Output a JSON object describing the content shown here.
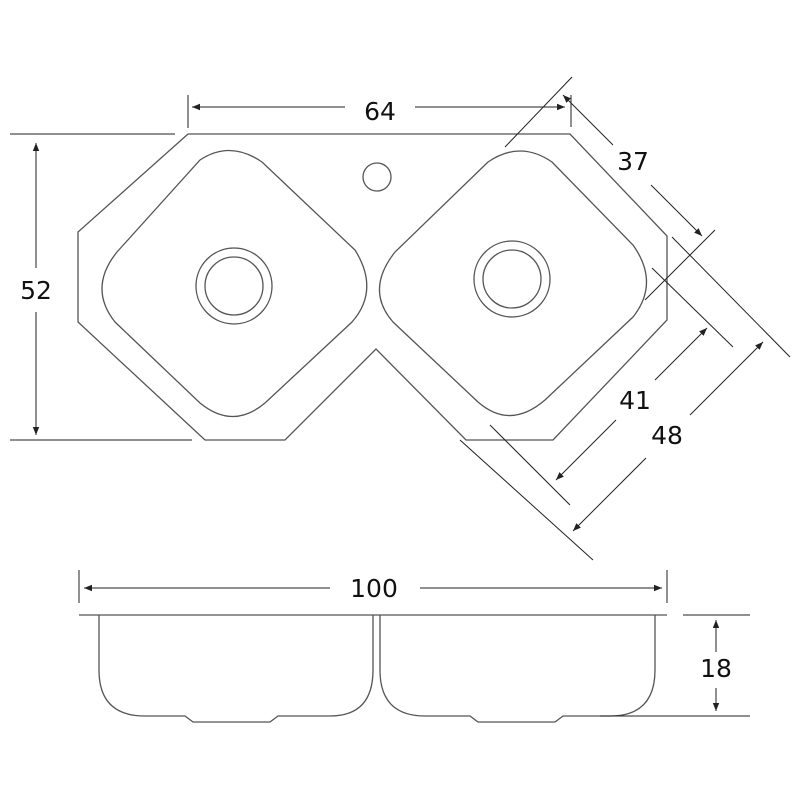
{
  "title": "Corner double sink dimension drawing",
  "dimensions": {
    "top_width": "64",
    "height": "52",
    "corner_edge": "37",
    "inner_diagonal": "41",
    "outer_diagonal": "48",
    "side_width": "100",
    "depth": "18"
  },
  "colors": {
    "line": "#555555",
    "text": "#111111"
  }
}
